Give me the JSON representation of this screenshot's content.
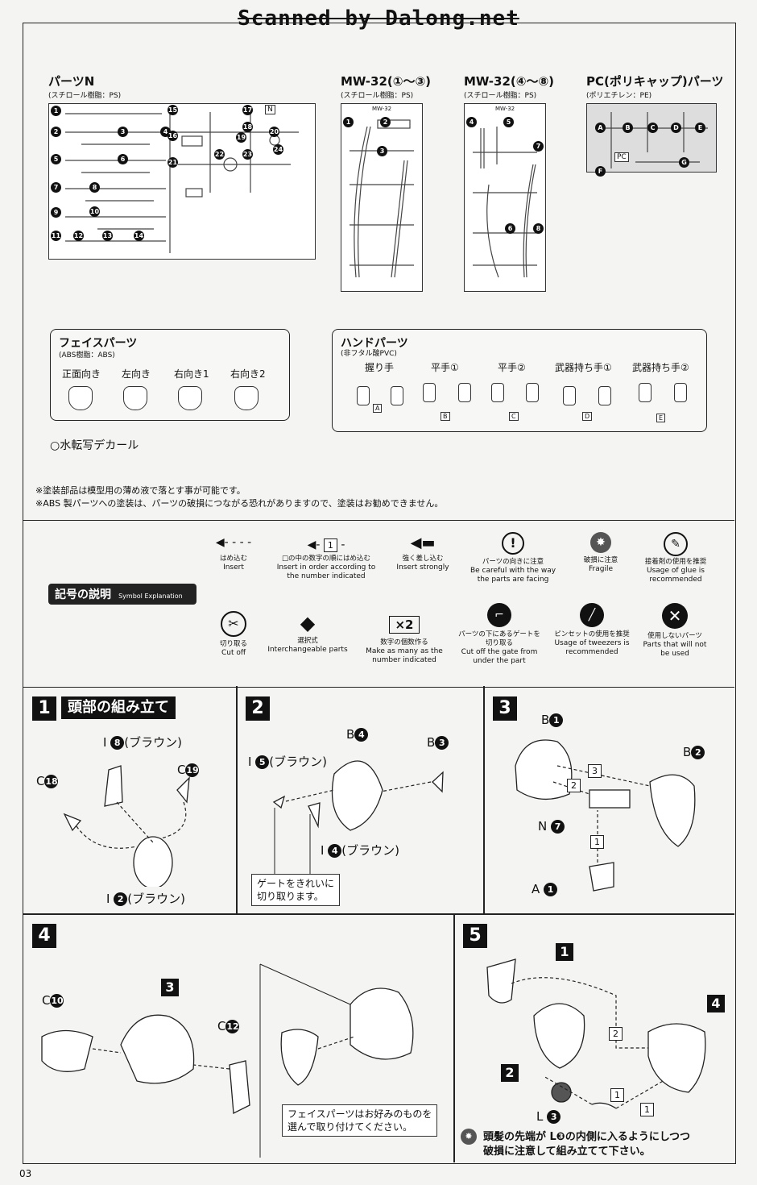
{
  "watermark": "Scanned by Dalong.net",
  "page_number": "03",
  "runners": {
    "n": {
      "title": "パーツN",
      "sub": "(スチロール樹脂：PS)",
      "numbers": [
        "1",
        "2",
        "3",
        "4",
        "5",
        "6",
        "7",
        "8",
        "9",
        "10",
        "11",
        "12",
        "13",
        "14",
        "15",
        "16",
        "17",
        "18",
        "19",
        "20",
        "21",
        "22",
        "23",
        "24"
      ],
      "tag": "N"
    },
    "mw1": {
      "title": "MW-32(①〜③)",
      "sub": "(スチロール樹脂：PS)",
      "tag": "MW-32",
      "numbers": [
        "1",
        "2",
        "3"
      ]
    },
    "mw2": {
      "title": "MW-32(④〜⑧)",
      "sub": "(スチロール樹脂：PS)",
      "tag": "MW-32",
      "numbers": [
        "4",
        "5",
        "6",
        "7",
        "8"
      ]
    },
    "pc": {
      "title": "PC(ポリキャップ)パーツ",
      "sub": "(ポリエチレン：PE)",
      "tag": "PC",
      "letters": [
        "A",
        "B",
        "C",
        "D",
        "E",
        "F",
        "G"
      ]
    }
  },
  "face_parts": {
    "title": "フェイスパーツ",
    "sub": "(ABS樹脂：ABS)",
    "items": [
      "正面向き",
      "左向き",
      "右向き1",
      "右向き2"
    ]
  },
  "hand_parts": {
    "title": "ハンドパーツ",
    "sub": "(非フタル酸PVC)",
    "items": [
      {
        "label": "握り手",
        "letter": "A"
      },
      {
        "label": "平手①",
        "letter": "B"
      },
      {
        "label": "平手②",
        "letter": "C"
      },
      {
        "label": "武器持ち手①",
        "letter": "D"
      },
      {
        "label": "武器持ち手②",
        "letter": "E"
      }
    ]
  },
  "decal": "○水転写デカール",
  "notes": [
    "※塗装部品は模型用の薄め液で落とす事が可能です。",
    "※ABS 製パーツへの塗装は、パーツの破損につながる恐れがありますので、塗装はお勧めできません。"
  ],
  "symbols": {
    "title": "記号の説明",
    "title_en": "Symbol Explanation",
    "row1": [
      {
        "ja": "はめ込む",
        "en": "Insert"
      },
      {
        "ja": "□の中の数字の順にはめ込む",
        "en": "Insert in order according to the number indicated",
        "box": "1"
      },
      {
        "ja": "強く差し込む",
        "en": "Insert strongly"
      },
      {
        "ja": "パーツの向きに注意",
        "en": "Be careful with the way the parts are facing"
      },
      {
        "ja": "破損に注意",
        "en": "Fragile"
      },
      {
        "ja": "接着剤の使用を推奨",
        "en": "Usage of glue is recommended"
      }
    ],
    "row2": [
      {
        "ja": "切り取る",
        "en": "Cut off"
      },
      {
        "ja": "選択式",
        "en": "Interchangeable parts"
      },
      {
        "ja": "数字の個数作る",
        "en": "Make as many as the number indicated",
        "glyph": "×2"
      },
      {
        "ja": "パーツの下にあるゲートを切り取る",
        "en": "Cut off the gate from under the part"
      },
      {
        "ja": "ピンセットの使用を推奨",
        "en": "Usage of tweezers is recommended"
      },
      {
        "ja": "使用しないパーツ",
        "en": "Parts that will not be used"
      }
    ]
  },
  "steps": {
    "s1": {
      "num": "1",
      "title": "頭部の組み立て",
      "labels": {
        "i8": "I",
        "n8": "8",
        "c8": "(ブラウン)",
        "c19": "C",
        "n19": "19",
        "c18": "C",
        "n18": "18",
        "i2": "I",
        "n2": "2",
        "c2": "(ブラウン)"
      }
    },
    "s2": {
      "num": "2",
      "labels": {
        "i5": "I",
        "n5": "5",
        "c5": "(ブラウン)",
        "b4": "B",
        "n4": "4",
        "b3": "B",
        "n3": "3",
        "i4": "I",
        "n4b": "4",
        "c4": "(ブラウン)"
      },
      "note": [
        "ゲートをきれいに",
        "切り取ります。"
      ]
    },
    "s3": {
      "num": "3",
      "labels": {
        "b1": "B",
        "n1": "1",
        "b2": "B",
        "n2": "2",
        "nn": "N",
        "n7": "7",
        "a": "A",
        "na": "1"
      },
      "boxes": [
        "3",
        "2",
        "1"
      ]
    },
    "s4": {
      "num": "4",
      "labels": {
        "c10": "C",
        "n10": "10",
        "s3": "3",
        "c12": "C",
        "n12": "12"
      },
      "note": [
        "フェイスパーツはお好みのものを",
        "選んで取り付けてください。"
      ]
    },
    "s5": {
      "num": "5",
      "labels": {
        "s1": "1",
        "s2": "2",
        "s4": "4",
        "l3": "L",
        "n3": "3"
      },
      "boxes": [
        "2",
        "1",
        "1"
      ],
      "note": [
        "頭髪の先端が L❸の内側に入るようにしつつ",
        "破損に注意して組み立てて下さい。"
      ]
    }
  }
}
